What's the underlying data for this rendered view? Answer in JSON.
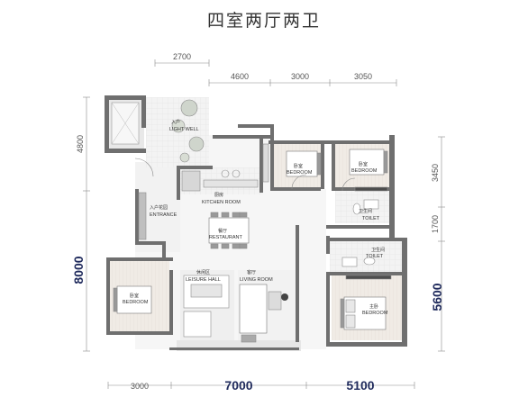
{
  "title": "四室两厅两卫",
  "dimensions": {
    "top_upper": "2700",
    "top_1": "4600",
    "top_2": "3000",
    "top_3": "3050",
    "left_upper": "4800",
    "left_total": "8000",
    "right_1": "3450",
    "right_2": "1700",
    "right_3": "5600",
    "bottom_1": "3000",
    "bottom_2": "7000",
    "bottom_3": "5100"
  },
  "rooms": {
    "light_well_cn": "入户",
    "light_well": "LIGHT WELL",
    "kitchen_cn": "厨房",
    "kitchen": "KITCHEN ROOM",
    "entrance_cn": "入户花园",
    "entrance": "ENTRANCE",
    "restaurant_cn": "餐厅",
    "restaurant": "RESTAURANT",
    "bedroom1_cn": "卧室",
    "bedroom1": "BEDROOM",
    "bedroom2_cn": "卧室",
    "bedroom2": "BEDROOM",
    "toilet1_cn": "卫生间",
    "toilet1": "TOILET",
    "toilet2_cn": "卫生间",
    "toilet2": "TOILET",
    "bedroom3_cn": "卧室",
    "bedroom3": "BEDROOM",
    "leisure_cn": "休闲区",
    "leisure": "LEISURE HALL",
    "living_cn": "客厅",
    "living": "LIVING ROOM",
    "bedroom4_cn": "主卧",
    "bedroom4": "BEDROOM"
  },
  "colors": {
    "wall": "#6f6f6f",
    "floor": "#f1f1f1",
    "wood": "#efe9e2",
    "accent_text": "#1f2a5c"
  }
}
